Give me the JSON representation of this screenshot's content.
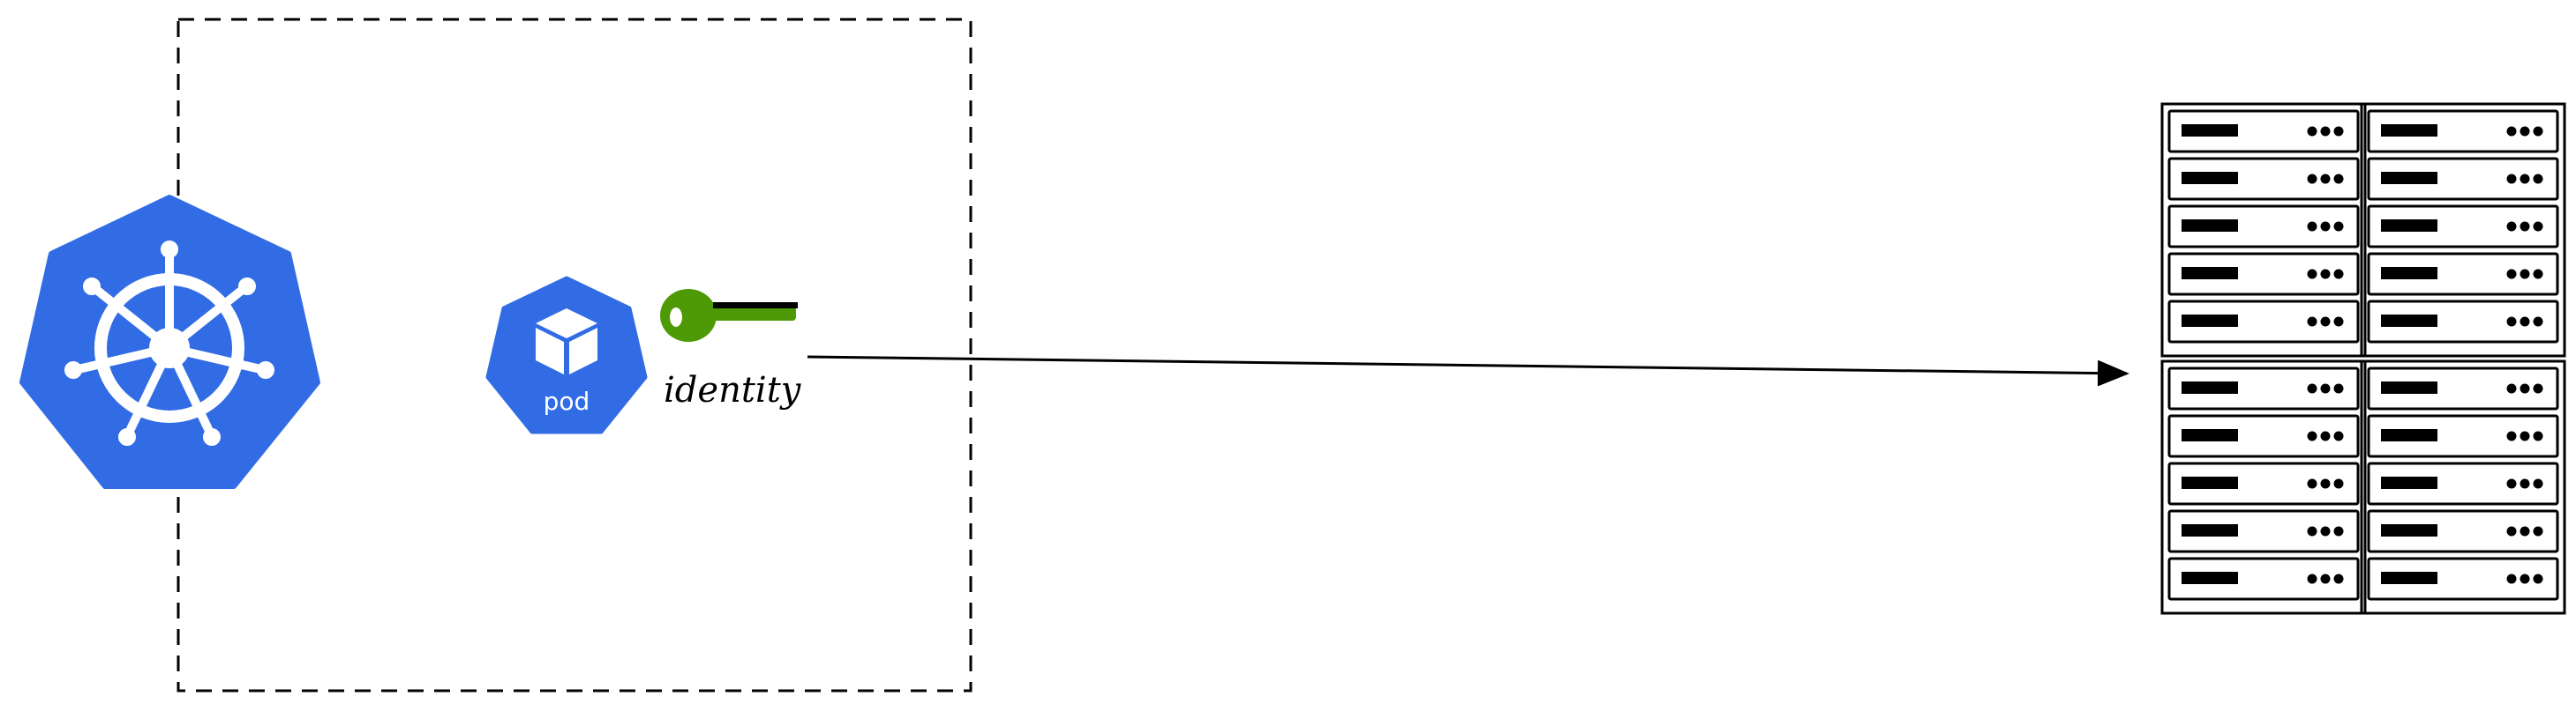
{
  "diagram": {
    "cluster_icon": {
      "icon": "kubernetes-helm-icon",
      "color": "#326CE5"
    },
    "pod": {
      "label": "pod",
      "icon": "pod-cube-icon",
      "color": "#326CE5"
    },
    "identity": {
      "label": "identity",
      "icon": "key-icon",
      "key_color": "#4E9A06"
    },
    "server_icon": {
      "icon": "server-rack-icon",
      "columns": 2,
      "units_per_group": 5,
      "groups": 2
    },
    "connector": {
      "style": "solid-arrow"
    },
    "boundary": {
      "style": "dashed-rectangle"
    }
  }
}
